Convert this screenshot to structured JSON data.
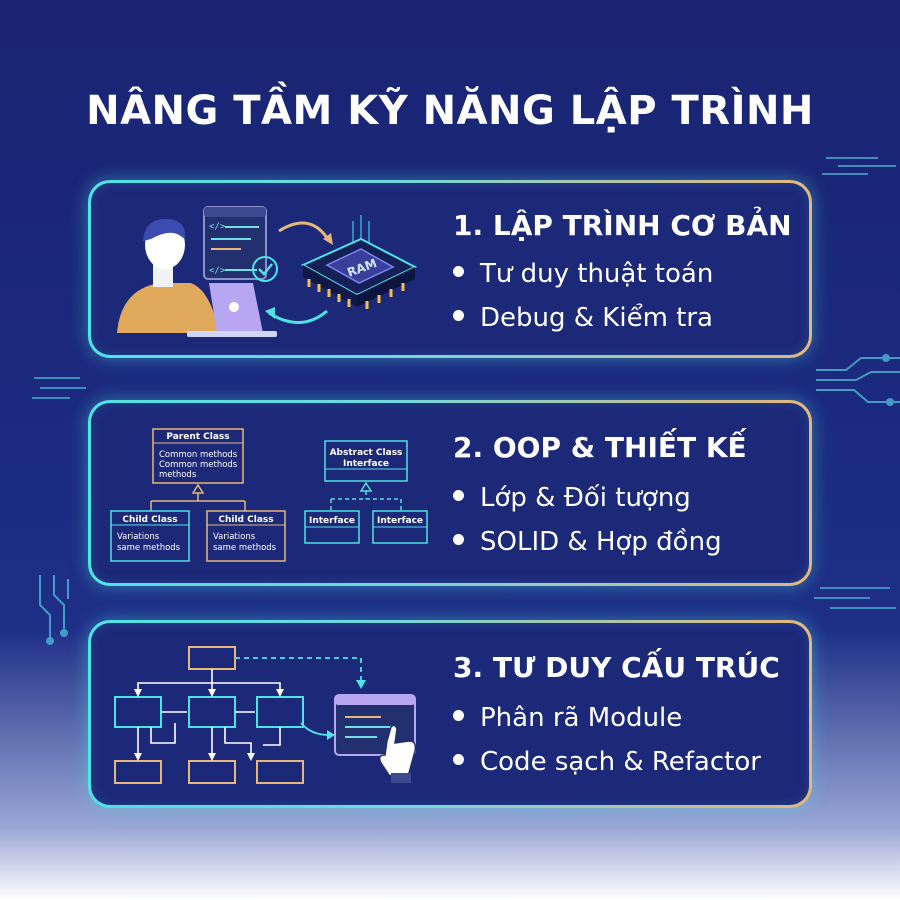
{
  "title": "NÂNG TẦM KỸ NĂNG LẬP TRÌNH",
  "colors": {
    "cyan": "#4fe3e6",
    "orange": "#e5b77a",
    "background": "#1b2a7e"
  },
  "cards": [
    {
      "title": "1. LẬP TRÌNH CƠ BẢN",
      "bullets": [
        "Tư duy thuật toán",
        "Debug & Kiểm tra"
      ],
      "illustration": {
        "chip_label": "RAM",
        "icons": [
          "programmer-laptop-icon",
          "code-window-icon",
          "ram-chip-icon",
          "check-icon"
        ]
      }
    },
    {
      "title": "2. OOP & THIẾT KẾ",
      "bullets": [
        "Lớp & Đối tượng",
        "SOLID & Hợp đồng"
      ],
      "diagram": {
        "parent_title": "Parent Class",
        "parent_body": [
          "Common methods",
          "Common methods",
          "methods"
        ],
        "child_title": "Child Class",
        "child_body": [
          "Variations",
          "same methods"
        ],
        "abstract_title": [
          "Abstract Class",
          "Interface"
        ],
        "interface_label": "Interface"
      }
    },
    {
      "title": "3. TƯ DUY CẤU TRÚC",
      "bullets": [
        "Phân rã Module",
        "Code sạch & Refactor"
      ],
      "illustration": {
        "icons": [
          "module-flowchart-icon",
          "code-window-icon",
          "pointer-hand-icon"
        ]
      }
    }
  ]
}
